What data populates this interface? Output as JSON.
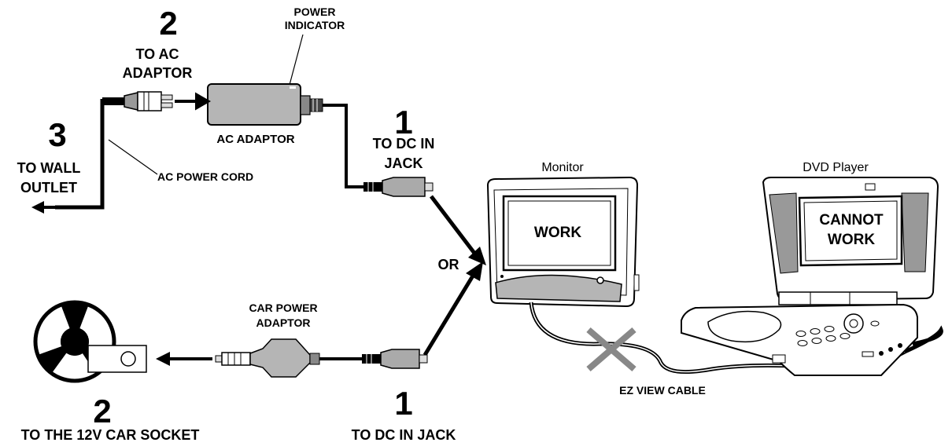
{
  "steps": {
    "step2_ac": "2",
    "step3": "3",
    "step1_ac": "1",
    "step1_car": "1",
    "step2_car": "2"
  },
  "labels": {
    "to_ac_line1": "TO AC",
    "to_ac_line2": "ADAPTOR",
    "power_indicator_line1": "POWER",
    "power_indicator_line2": "INDICATOR",
    "ac_adaptor": "AC ADAPTOR",
    "to_wall_line1": "TO WALL",
    "to_wall_line2": "OUTLET",
    "ac_power_cord": "AC POWER CORD",
    "to_dc_in_line1": "TO DC IN",
    "to_dc_in_line2": "JACK",
    "or": "OR",
    "car_power_line1": "CAR POWER",
    "car_power_line2": "ADAPTOR",
    "to_car_socket": "TO THE 12V CAR SOCKET",
    "to_dc_in_jack": "TO DC IN JACK",
    "ez_view_cable": "EZ VIEW CABLE"
  },
  "devices": {
    "monitor_title": "Monitor",
    "monitor_status": "WORK",
    "dvd_title": "DVD Player",
    "dvd_status_line1": "CANNOT",
    "dvd_status_line2": "WORK"
  }
}
